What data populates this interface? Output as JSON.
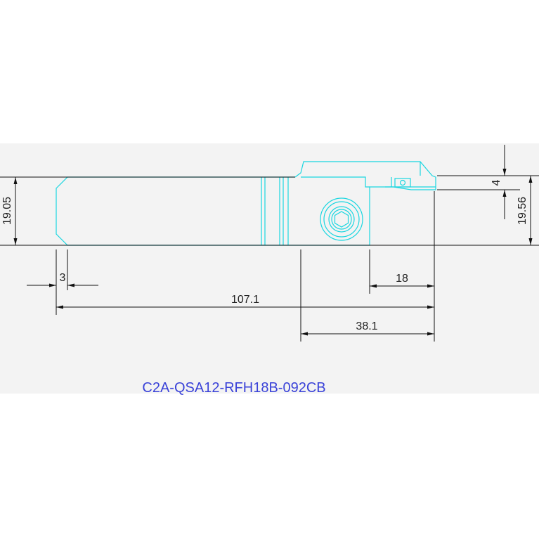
{
  "drawing": {
    "part_number": "C2A-QSA12-RFH18B-092CB",
    "dimensions": {
      "shank_height": "19.05",
      "total_height": "19.56",
      "insert_offset": "4",
      "chamfer": "3",
      "overall_length": "107.1",
      "head_length": "38.1",
      "max_depth": "18"
    }
  },
  "colors": {
    "outline": "#19d6e0",
    "dimension": "#111111",
    "title": "#3a42d8",
    "background": "#f3f3f3"
  }
}
